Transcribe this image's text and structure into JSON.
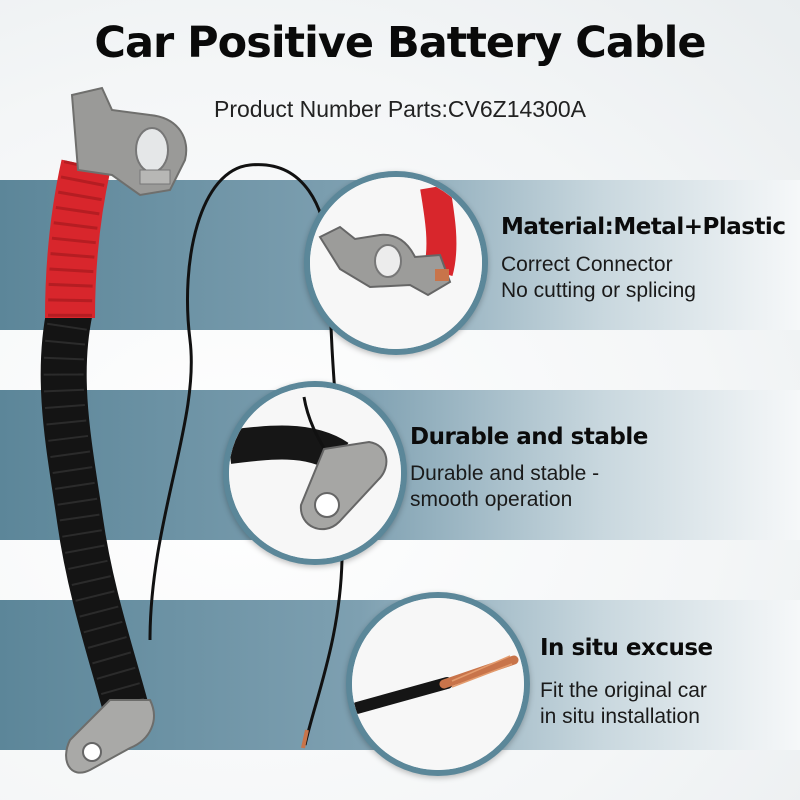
{
  "header": {
    "title": "Car Positive Battery Cable",
    "subtitle": "Product Number Parts:CV6Z14300A"
  },
  "features": [
    {
      "title": "Material:Metal+Plastic",
      "lines": [
        "Correct Connector",
        "No cutting or splicing"
      ],
      "icon": "battery-terminal-clamp"
    },
    {
      "title": "Durable and stable",
      "lines": [
        "Durable and stable -",
        "smooth operation"
      ],
      "icon": "ring-terminal"
    },
    {
      "title": "In situ excuse",
      "lines": [
        "Fit the original car",
        "in situ installation"
      ],
      "icon": "copper-wire-end"
    }
  ],
  "colors": {
    "band": "#5c8699",
    "ring": "#5b8799",
    "cable_red": "#d8262c",
    "cable_black": "#141414",
    "metal": "#9a9a98",
    "copper": "#c8744a"
  }
}
